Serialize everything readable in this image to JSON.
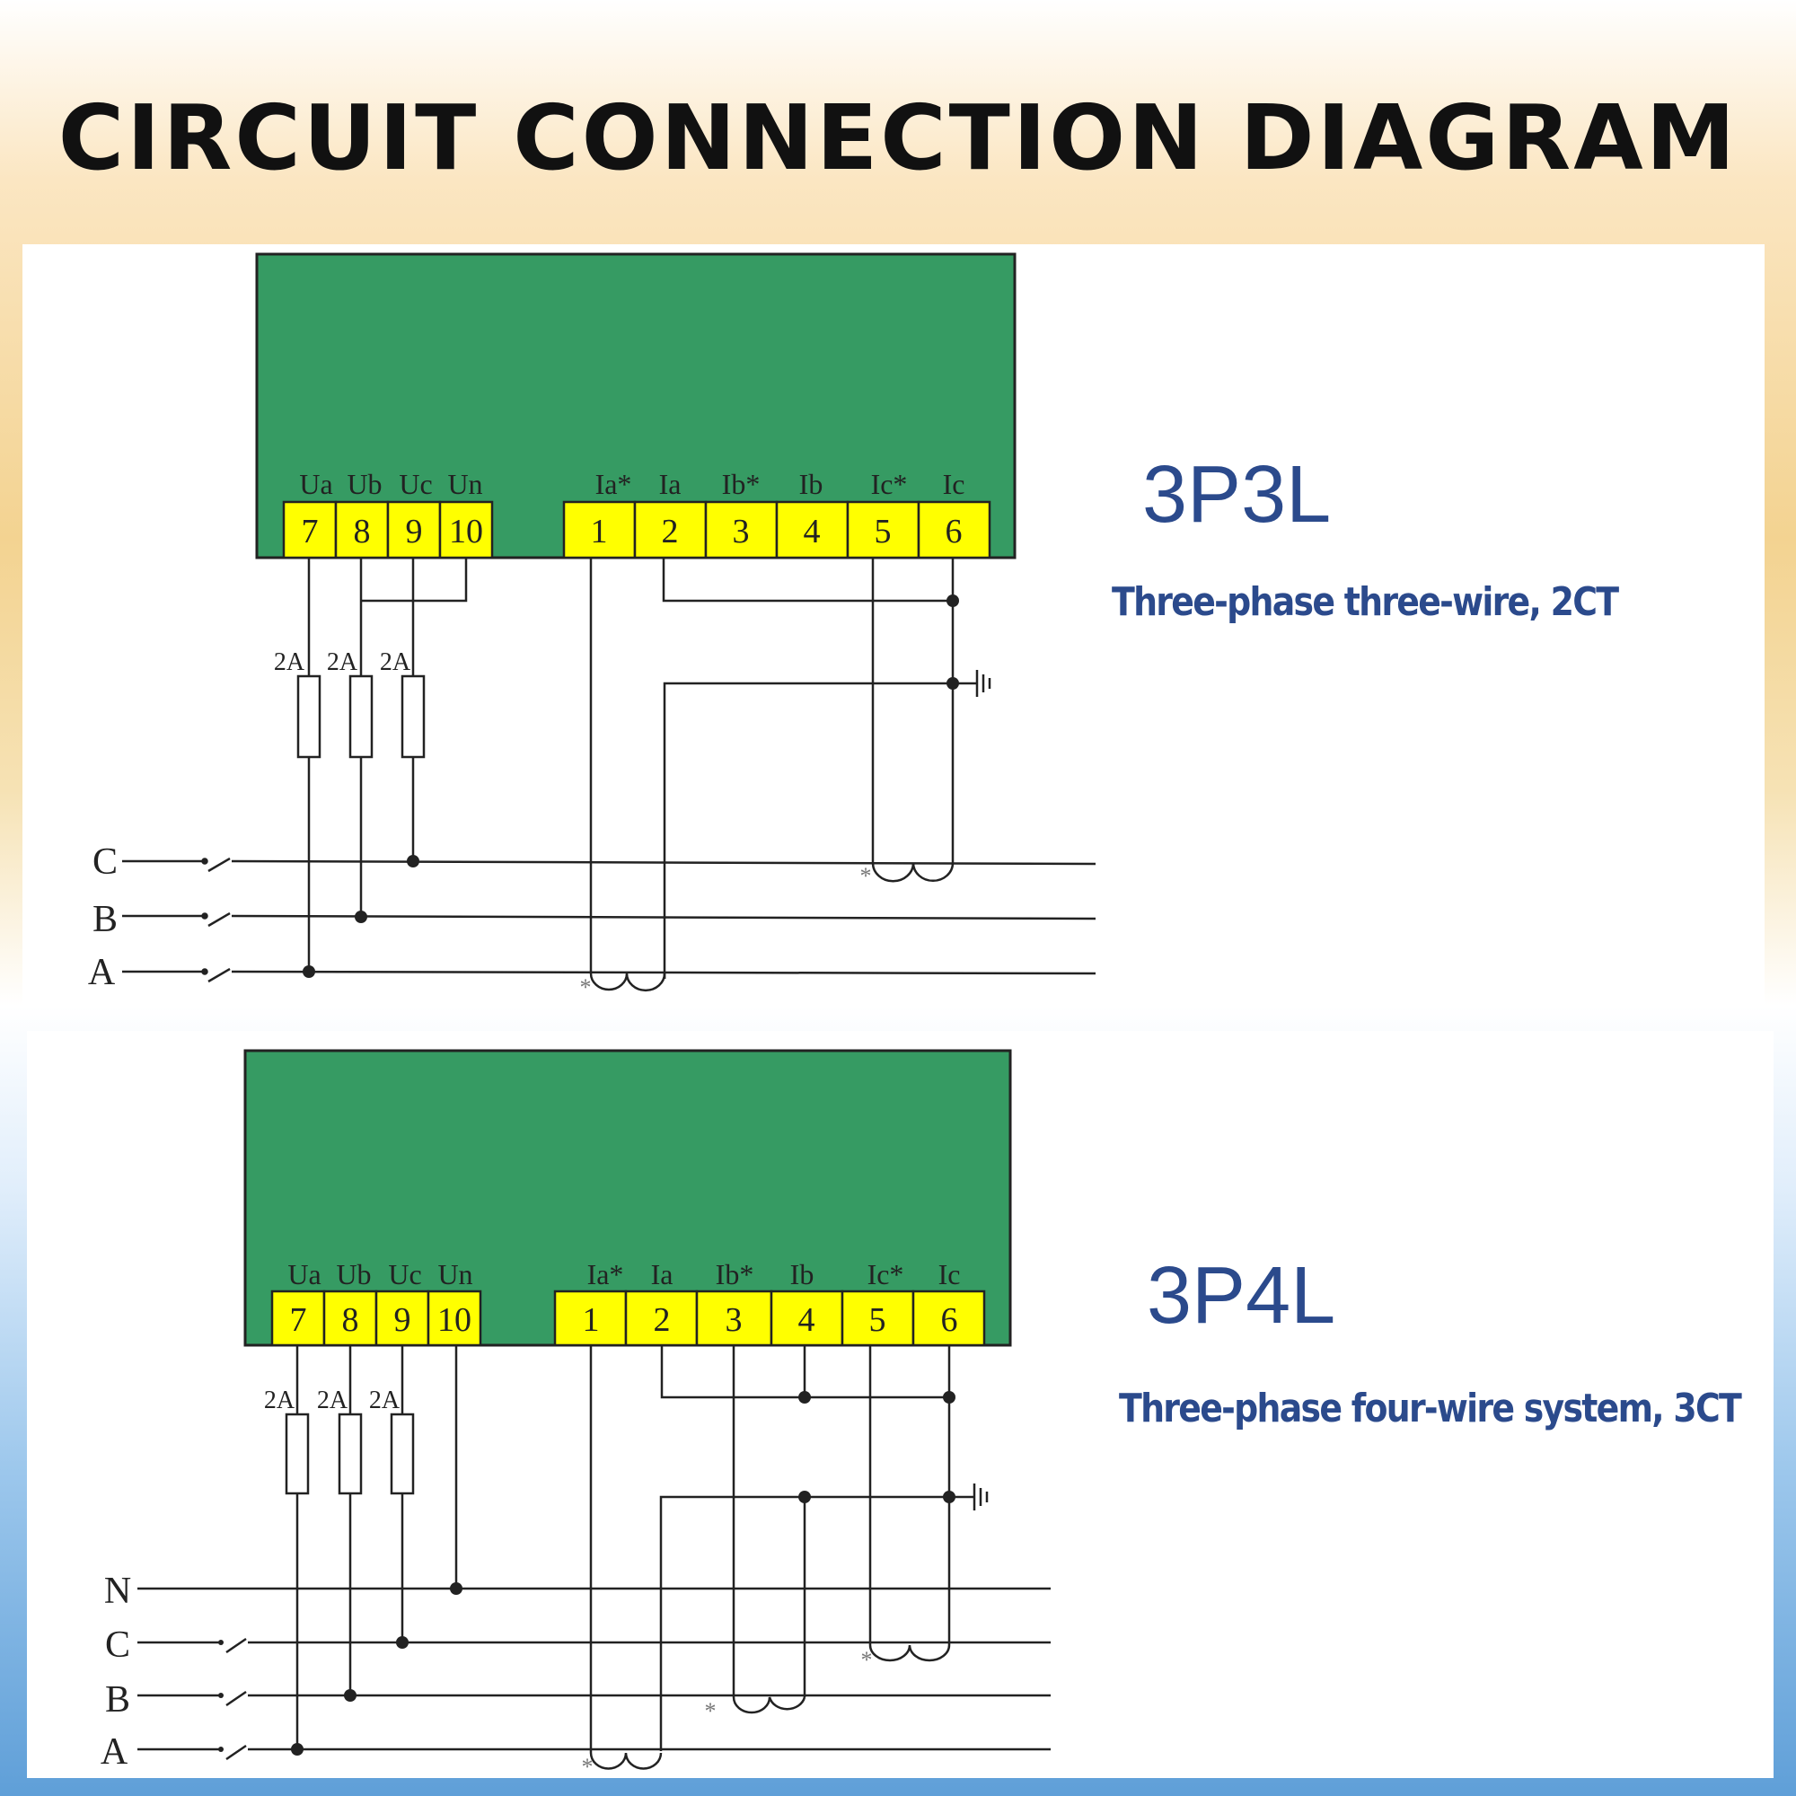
{
  "title": "CIRCUIT CONNECTION DIAGRAM",
  "diagram1": {
    "mode": "3P3L",
    "description": "Three-phase three-wire, 2CT",
    "voltage_labels": [
      "Ua",
      "Ub",
      "Uc",
      "Un"
    ],
    "voltage_terminals": [
      "7",
      "8",
      "9",
      "10"
    ],
    "current_labels": [
      "Ia*",
      "Ia",
      "Ib*",
      "Ib",
      "Ic*",
      "Ic"
    ],
    "current_terminals": [
      "1",
      "2",
      "3",
      "4",
      "5",
      "6"
    ],
    "fuse_labels": [
      "2A",
      "2A",
      "2A"
    ],
    "line_labels": [
      "C",
      "B",
      "A"
    ],
    "ct_mark": "*"
  },
  "diagram2": {
    "mode": "3P4L",
    "description": "Three-phase four-wire system, 3CT",
    "voltage_labels": [
      "Ua",
      "Ub",
      "Uc",
      "Un"
    ],
    "voltage_terminals": [
      "7",
      "8",
      "9",
      "10"
    ],
    "current_labels": [
      "Ia*",
      "Ia",
      "Ib*",
      "Ib",
      "Ic*",
      "Ic"
    ],
    "current_terminals": [
      "1",
      "2",
      "3",
      "4",
      "5",
      "6"
    ],
    "fuse_labels": [
      "2A",
      "2A",
      "2A"
    ],
    "line_labels": [
      "N",
      "C",
      "B",
      "A"
    ],
    "ct_mark": "*"
  },
  "colors": {
    "meter_body": "#369b63",
    "terminal": "#ffff00",
    "accent_text": "#2b4a8c"
  }
}
